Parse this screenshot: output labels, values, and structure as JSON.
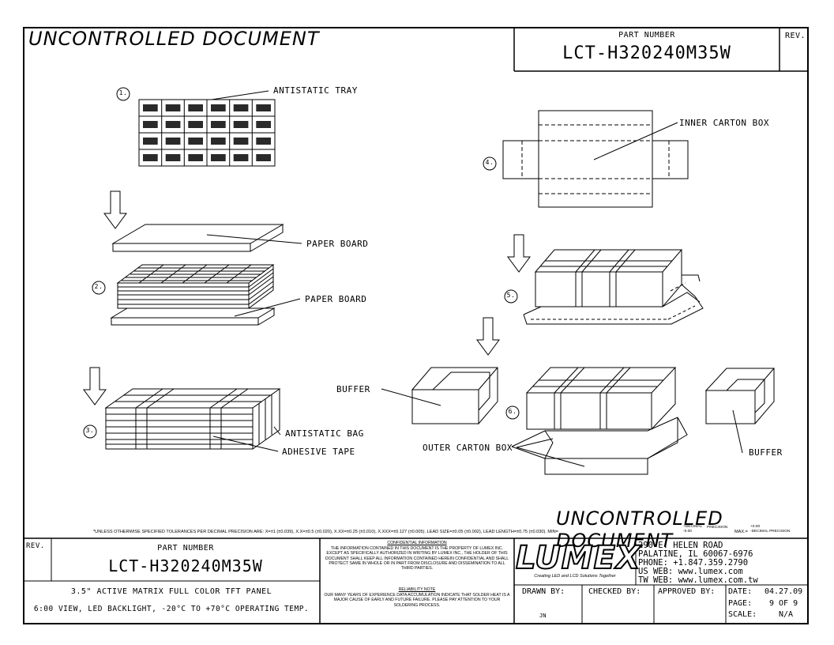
{
  "header": {
    "watermark": "UNCONTROLLED DOCUMENT",
    "part_number_label": "PART NUMBER",
    "part_number": "LCT-H320240M35W",
    "rev_label": "REV."
  },
  "steps": [
    "1.",
    "2.",
    "3.",
    "4.",
    "5.",
    "6."
  ],
  "labels": {
    "antistatic_tray": "ANTISTATIC TRAY",
    "paper_board_top": "PAPER BOARD",
    "paper_board_bottom": "PAPER BOARD",
    "antistatic_bag": "ANTISTATIC BAG",
    "adhesive_tape": "ADHESIVE TAPE",
    "inner_carton_box": "INNER CARTON BOX",
    "buffer_left": "BUFFER",
    "buffer_right": "BUFFER",
    "outer_carton_box": "OUTER CARTON BOX"
  },
  "footer_watermark": "UNCONTROLLED DOCUMENT",
  "tolerance_note": "*UNLESS OTHERWISE SPECIFIED TOLERANCES PER DECIMAL PRECISION ARE: X=±1 (±0.039), X.X=±0.5 (±0.020), X.XX=±0.25 (±0.010), X.XXX=±0.127 (±0.005).  LEAD SIZE=±0.05 (±0.002), LEAD LENGTH=±0.75 (±0.030). MIN=",
  "tolerance_min_top": "+DECIMAL",
  "tolerance_min_bottom": "-0.00",
  "tolerance_precision": "PRECISION",
  "tolerance_max": "MAX.=",
  "tolerance_max_top": "+0.00",
  "tolerance_max_bottom": "-DECIMAL PRECISION",
  "title_block": {
    "rev_label": "REV.",
    "part_number_label": "PART NUMBER",
    "part_number": "LCT-H320240M35W",
    "description_line1": "3.5\" ACTIVE MATRIX FULL COLOR TFT PANEL",
    "description_line2": "6:00 VIEW, LED BACKLIGHT, -20°C TO +70°C OPERATING TEMP.",
    "confidential_title": "CONFIDENTIAL INFORMATION",
    "confidential_text": "THE INFORMATION CONTAINED IN THIS DOCUMENT IS THE PROPERTY OF LUMEX INC.  EXCEPT AS SPECIFICALLY AUTHORIZED IN WRITING BY LUMEX INC., THE HOLDER OF THIS DOCUMENT SHALL KEEP ALL INFORMATION CONTAINED HEREIN CONFIDENTIAL AND SHALL PROTECT SAME IN WHOLE OR IN PART FROM DISCLOSURE AND DISSEMINATION TO ALL THIRD PARTIES.",
    "reliability_title": "RELIABILITY NOTE",
    "reliability_text": "OUR MANY YEARS OF EXPERIENCE DATA ACCUMULATION INDICATE THAT SOLDER HEAT IS A MAJOR CAUSE OF EARLY AND FUTURE FAILURE. PLEASE PAY ATTENTION TO YOUR SOLDERING PROCESS.",
    "logo_text": "LUMEX",
    "logo_tagline": "Creating LED and LCD Solutions Together",
    "address_line1": "290 E. HELEN ROAD",
    "address_line2": "PALATINE, IL  60067-6976",
    "address_line3": "PHONE: +1.847.359.2790",
    "address_line4": "US WEB: www.lumex.com",
    "address_line5": "TW WEB: www.lumex.com.tw",
    "drawn_by_label": "DRAWN BY:",
    "drawn_by": "JN",
    "checked_by_label": "CHECKED BY:",
    "approved_by_label": "APPROVED BY:",
    "date_label": "DATE:",
    "date": "04.27.09",
    "page_label": "PAGE:",
    "page": "9 OF 9",
    "scale_label": "SCALE:",
    "scale": "N/A"
  },
  "colors": {
    "ink": "#000000",
    "paper": "#ffffff",
    "tray_cell": "#2a2a2a"
  }
}
